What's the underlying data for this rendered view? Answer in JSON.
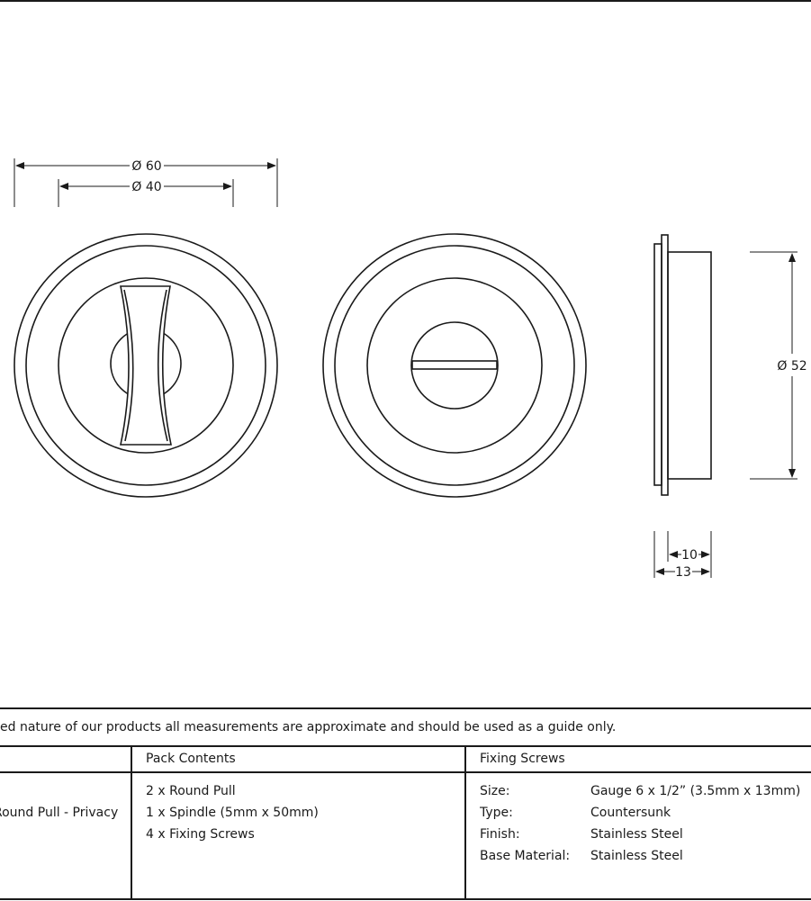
{
  "dimensions": {
    "outer_diameter": "Ø 60",
    "inner_diameter": "Ø 40",
    "side_diameter": "Ø 52",
    "depth_inner": "10",
    "depth_outer": "13"
  },
  "note": "ed nature of our products all measurements are approximate and should be used as a guide only.",
  "table": {
    "product_name": "Round Pull - Privacy",
    "pack_contents": {
      "header": "Pack Contents",
      "items": [
        "2 x  Round Pull",
        "1 x Spindle (5mm x 50mm)",
        "4 x Fixing Screws"
      ]
    },
    "fixing_screws": {
      "header": "Fixing Screws",
      "rows": [
        {
          "key": "Size:",
          "value": "Gauge 6 x 1/2” (3.5mm x 13mm)"
        },
        {
          "key": "Type:",
          "value": "Countersunk"
        },
        {
          "key": "Finish:",
          "value": "Stainless Steel"
        },
        {
          "key": "Base Material:",
          "value": "Stainless Steel"
        }
      ]
    }
  }
}
